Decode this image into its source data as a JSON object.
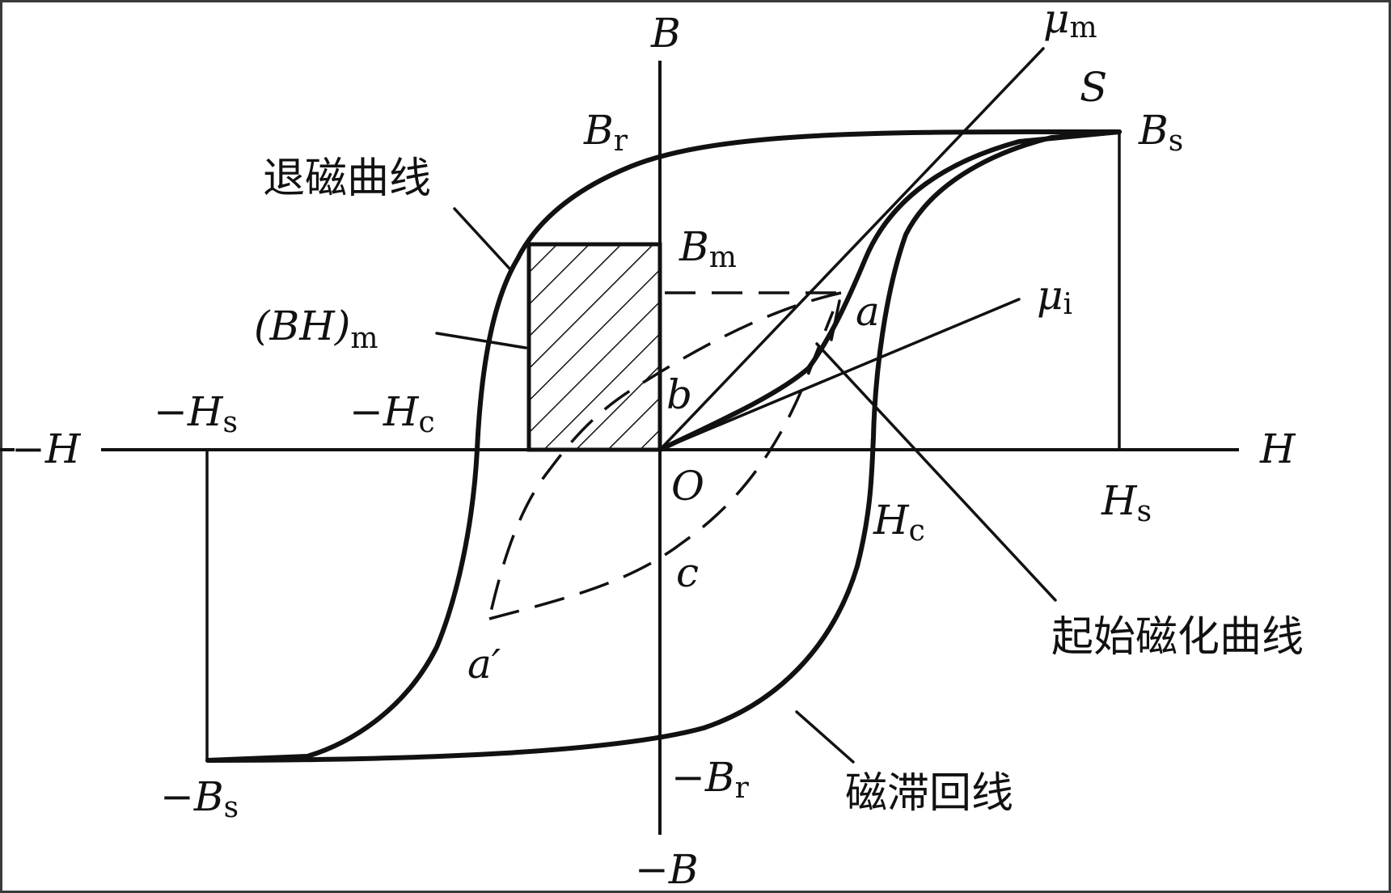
{
  "axes": {
    "b_pos": "B",
    "b_neg": "−B",
    "h_pos": "H",
    "h_neg": "−H",
    "origin": "O"
  },
  "labels": {
    "Br_main": "B",
    "Br_sub": "r",
    "Bs_main": "B",
    "Bs_sub": "s",
    "Bm_main": "B",
    "Bm_sub": "m",
    "negBr_main": "−B",
    "negBr_sub": "r",
    "negBs_main": "−B",
    "negBs_sub": "s",
    "Hs_main": "H",
    "Hs_sub": "s",
    "Hc_main": "H",
    "Hc_sub": "c",
    "negHs_main": "−H",
    "negHs_sub": "s",
    "negHc_main": "−H",
    "negHc_sub": "c",
    "mu_m_main": "μ",
    "mu_m_sub": "m",
    "mu_i_main": "μ",
    "mu_i_sub": "i",
    "bhm_main": "(BH)",
    "bhm_sub": "m",
    "S": "S",
    "a": "a",
    "a_prime": "a′",
    "b": "b",
    "c": "c"
  },
  "annotations": {
    "demag_curve": "退磁曲线",
    "initial_magnetization": "起始磁化曲线",
    "hysteresis_loop": "磁滞回线"
  }
}
